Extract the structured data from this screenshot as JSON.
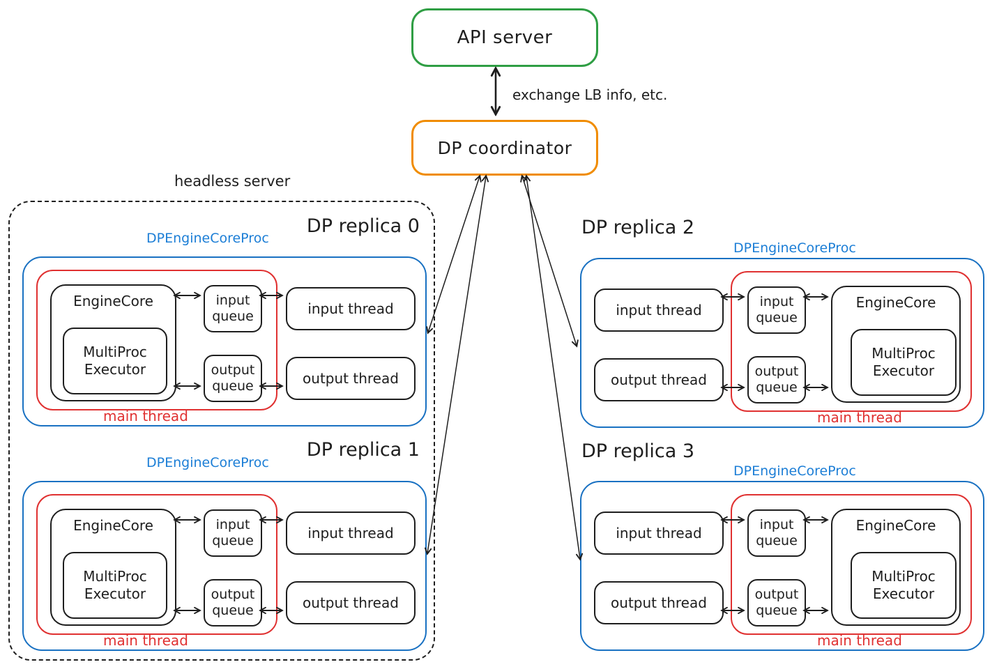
{
  "colors": {
    "green": "#2f9e44",
    "orange": "#f08c00",
    "blue_border": "#1971c2",
    "blue_text": "#1c7ed6",
    "red": "#e03131",
    "ink": "#1e1e1e"
  },
  "api_server": {
    "label": "API server"
  },
  "coordinator": {
    "label": "DP coordinator"
  },
  "exchange_note": "exchange LB info, etc.",
  "headless_server": {
    "label": "headless server"
  },
  "shared": {
    "proc_label": "DPEngineCoreProc",
    "main_thread": "main thread",
    "engine_core": "EngineCore",
    "multiproc": "MultiProc\nExecutor",
    "input_queue": "input\nqueue",
    "output_queue": "output\nqueue",
    "input_thread": "input thread",
    "output_thread": "output thread"
  },
  "replicas": [
    {
      "title": "DP replica 0"
    },
    {
      "title": "DP replica 1"
    },
    {
      "title": "DP replica 2"
    },
    {
      "title": "DP replica 3"
    }
  ],
  "connections": [
    {
      "from": "API server",
      "to": "DP coordinator",
      "bidirectional": true,
      "label": "exchange LB info, etc."
    },
    {
      "from": "DP coordinator",
      "to": "DP replica 0",
      "bidirectional": true
    },
    {
      "from": "DP coordinator",
      "to": "DP replica 1",
      "bidirectional": true
    },
    {
      "from": "DP coordinator",
      "to": "DP replica 2",
      "bidirectional": true
    },
    {
      "from": "DP coordinator",
      "to": "DP replica 3",
      "bidirectional": true
    },
    {
      "from": "EngineCore",
      "to": "input queue",
      "bidirectional": true,
      "scope": "each replica"
    },
    {
      "from": "input queue",
      "to": "input thread",
      "bidirectional": true,
      "scope": "each replica"
    },
    {
      "from": "EngineCore",
      "to": "output queue",
      "bidirectional": true,
      "scope": "each replica"
    },
    {
      "from": "output queue",
      "to": "output thread",
      "bidirectional": true,
      "scope": "each replica"
    }
  ]
}
